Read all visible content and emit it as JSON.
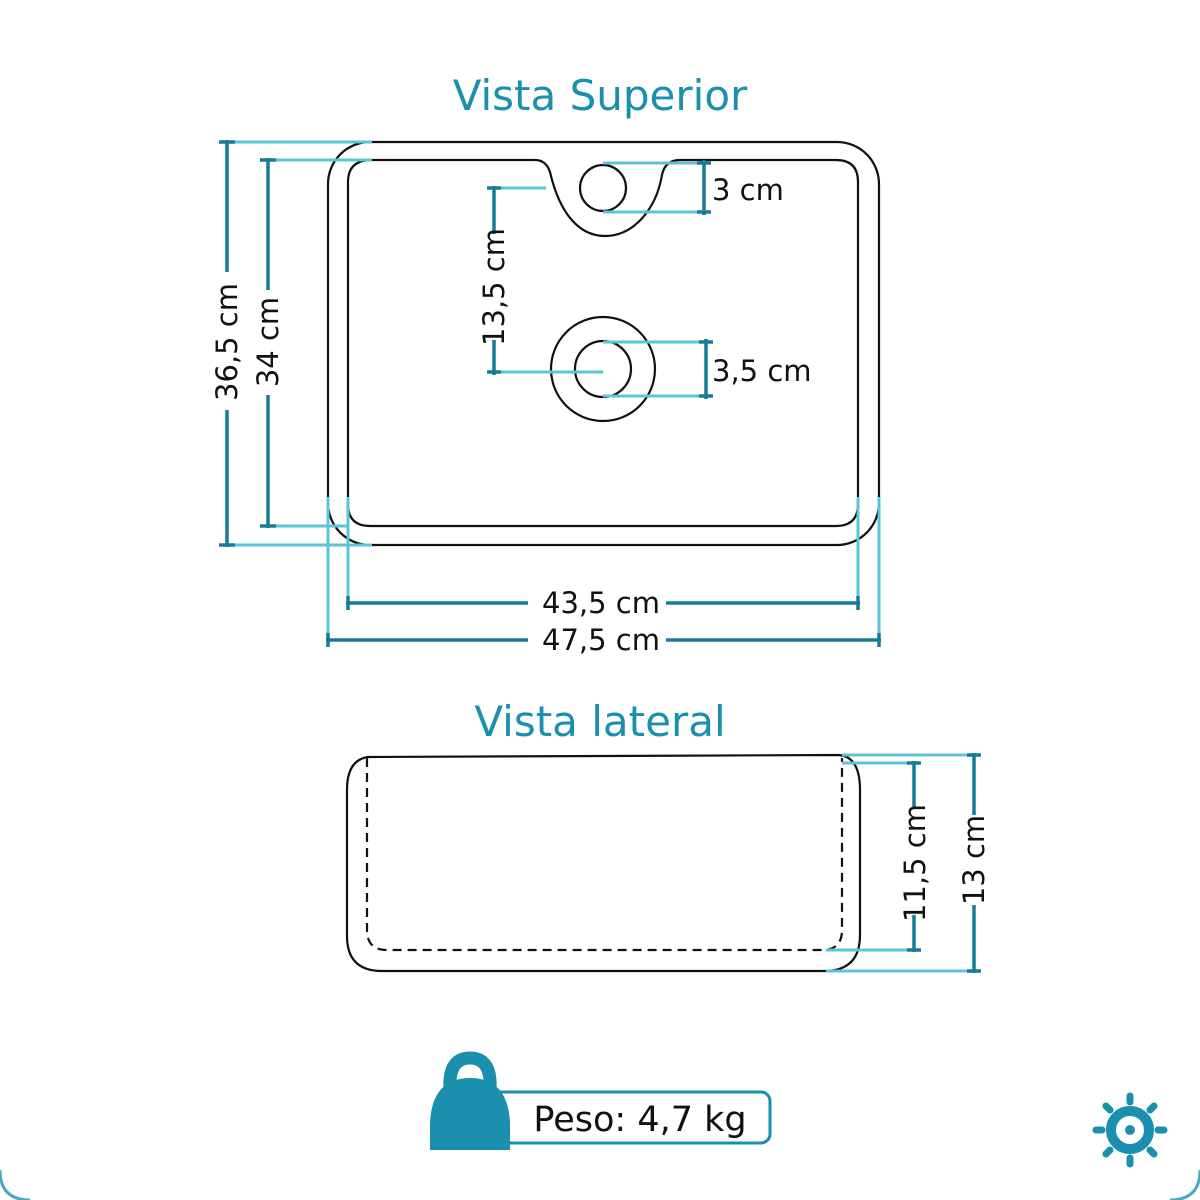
{
  "titles": {
    "top_view": "Vista Superior",
    "side_view": "Vista lateral"
  },
  "top_view": {
    "faucet_hole": "3 cm",
    "faucet_to_drain": "13,5 cm",
    "drain": "3,5 cm",
    "outer_depth": "36,5 cm",
    "inner_depth": "34 cm",
    "inner_width": "43,5 cm",
    "outer_width": "47,5 cm"
  },
  "side_view": {
    "inner_height": "11,5 cm",
    "outer_height": "13 cm"
  },
  "weight": {
    "label": "Peso: 4,7 kg"
  },
  "icons": {
    "weight": "kettlebell-icon",
    "corner": "sun-icon"
  },
  "colors": {
    "accent": "#1a8fae",
    "dimension_dark": "#177a98",
    "dimension_light": "#5cc3d8",
    "outline": "#111111"
  }
}
